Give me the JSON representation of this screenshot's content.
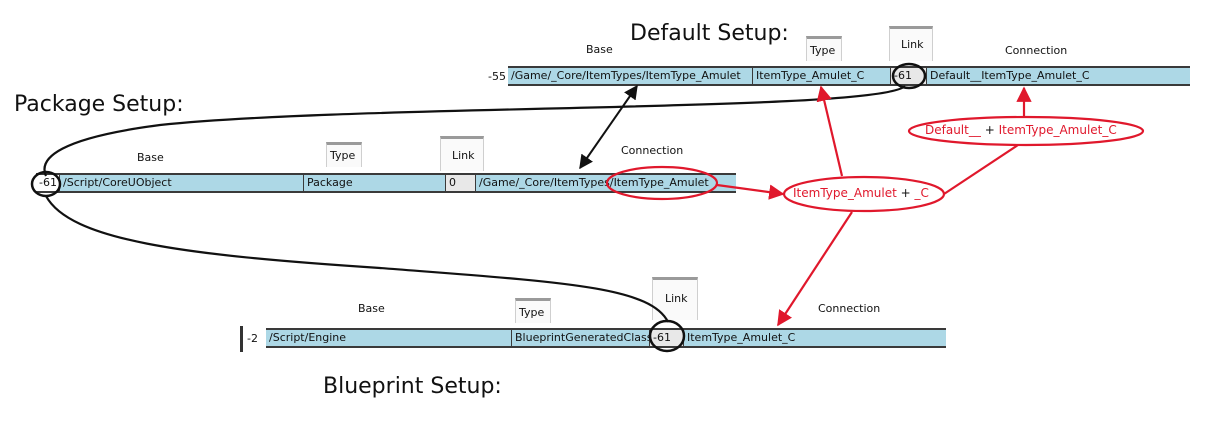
{
  "titles": {
    "default": "Default Setup:",
    "package": "Package Setup:",
    "blueprint": "Blueprint Setup:"
  },
  "default_table": {
    "headers": {
      "base": "Base",
      "type": "Type",
      "link": "Link",
      "connection": "Connection"
    },
    "row_index": "-55",
    "cells": [
      "/Game/_Core/ItemTypes/ItemType_Amulet",
      "ItemType_Amulet_C",
      "-61",
      "Default__ItemType_Amulet_C"
    ]
  },
  "package_table": {
    "headers": {
      "base": "Base",
      "type": "Type",
      "link": "Link",
      "connection": "Connection"
    },
    "row_index": "-61",
    "cells": [
      "/Script/CoreUObject",
      "Package",
      "0",
      "/Game/_Core/ItemTypes/ItemType_Amulet"
    ]
  },
  "blueprint_table": {
    "headers": {
      "base": "Base",
      "type": "Type",
      "link": "Link",
      "connection": "Connection"
    },
    "row_index": "-2",
    "cells": [
      "/Script/Engine",
      "BlueprintGeneratedClass",
      "-61",
      "ItemType_Amulet_C"
    ]
  },
  "annotations": {
    "formula1": {
      "a": "ItemType_Amulet",
      "plus": "+",
      "b": "_C"
    },
    "formula2": {
      "a": "Default__",
      "plus": "+",
      "b": "ItemType_Amulet_C"
    },
    "highlight": "ItemType_Amulet"
  },
  "colors": {
    "row_fill": "#add8e6",
    "annotation_red": "#e0182c",
    "border": "#3a3a3a"
  }
}
